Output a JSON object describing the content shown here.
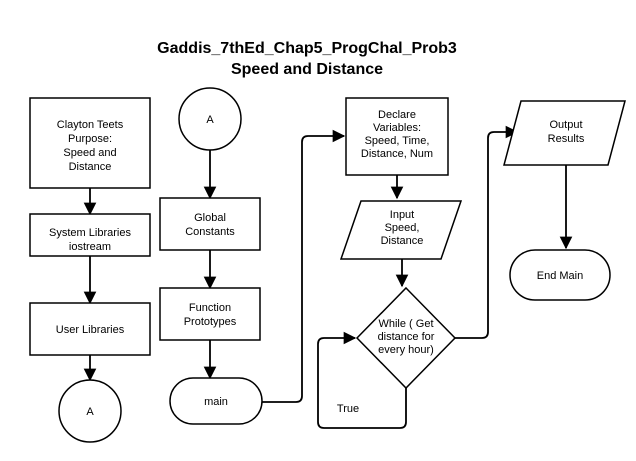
{
  "title": {
    "line1": "Gaddis_7thEd_Chap5_ProgChal_Prob3",
    "line2": "Speed and Distance"
  },
  "colors": {
    "stroke": "#000000",
    "fill": "#ffffff",
    "text": "#000000"
  },
  "nodes": {
    "header": {
      "lines": [
        "Clayton Teets",
        "Purpose:",
        "Speed and",
        "Distance"
      ]
    },
    "system_libraries": {
      "lines": [
        "System Libraries",
        "iostream"
      ]
    },
    "user_libraries": {
      "lines": [
        "User Libraries"
      ]
    },
    "connector_bottom": {
      "lines": [
        "A"
      ]
    },
    "connector_top": {
      "lines": [
        "A"
      ]
    },
    "global_constants": {
      "lines": [
        "Global",
        "Constants"
      ]
    },
    "function_prototypes": {
      "lines": [
        "Function",
        "Prototypes"
      ]
    },
    "main": {
      "lines": [
        "main"
      ]
    },
    "declare_variables": {
      "lines": [
        "Declare",
        "Variables:",
        "Speed, Time,",
        "Distance, Num"
      ]
    },
    "input": {
      "lines": [
        "Input",
        "Speed,",
        "Distance"
      ]
    },
    "while_loop": {
      "lines": [
        "While ( Get",
        "distance for",
        "every hour)"
      ]
    },
    "output": {
      "lines": [
        "Output",
        "Results"
      ]
    },
    "end_main": {
      "lines": [
        "End Main"
      ]
    }
  },
  "edge_labels": {
    "true_label": "True"
  }
}
